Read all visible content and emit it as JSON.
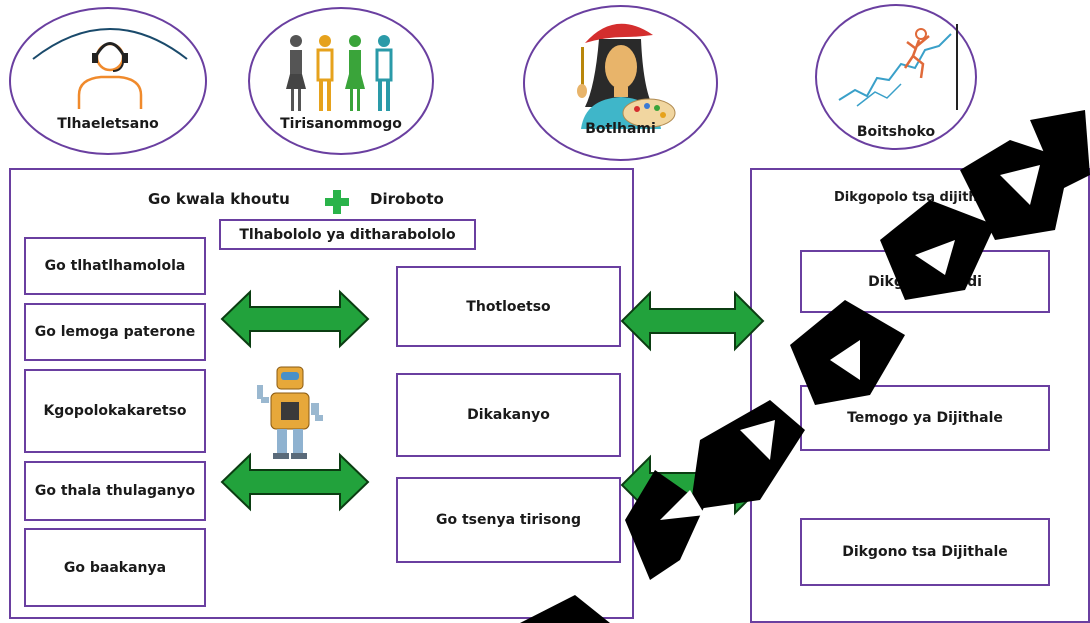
{
  "top_icons": [
    {
      "label": "Tlhaeletsano",
      "icon": "headset-person-icon"
    },
    {
      "label": "Tirisanommogo",
      "icon": "group-of-people-icon"
    },
    {
      "label": "Botlhami",
      "icon": "artist-painter-icon"
    },
    {
      "label": "Boitshoko",
      "icon": "climber-icon"
    }
  ],
  "left_panel": {
    "title_left": "Go kwala khoutu",
    "title_right": "Diroboto",
    "plus_color": "#2ab34a",
    "subtitle": "Tlhabololo ya ditharabololo",
    "left_boxes": [
      "Go tlhatlhamolola",
      "Go lemoga paterone",
      "Kgopolokakaretso",
      "Go thala thulaganyo",
      "Go baakanya"
    ],
    "right_boxes": [
      "Thotloetso",
      "Dikakanyo",
      "Go tsenya tirisong"
    ],
    "robot_icon": "robot-icon"
  },
  "right_panel": {
    "title": "Dikgopolo tsa dijithe",
    "boxes": [
      "Dikgopo      boadi",
      "Temogo ya Dijithale",
      "Dikgono tsa Dijithale"
    ]
  },
  "colors": {
    "border": "#6a3fa0",
    "arrow_fill": "#22a23c",
    "arrow_stroke": "#0b3d12"
  }
}
